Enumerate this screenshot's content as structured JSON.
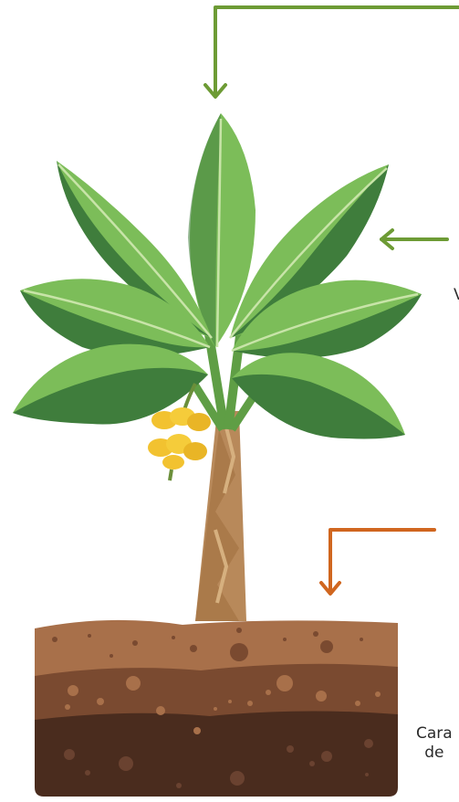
{
  "labels": {
    "leaves_fragment": "V",
    "soil_line1": "Cara",
    "soil_line2": "de"
  },
  "colors": {
    "arrow_green": "#6d9b35",
    "arrow_orange": "#d0661f",
    "leaf_dark": "#3f7d3c",
    "leaf_light": "#7cbd59",
    "trunk": "#b8895a",
    "banana": "#f2c230",
    "soil_top": "#a8704a",
    "soil_mid": "#7a4a30",
    "soil_bottom": "#4a2c1e"
  },
  "icons": {
    "top_arrow": "arrow-down-icon",
    "mid_arrow": "arrow-left-icon",
    "soil_arrow": "arrow-down-icon"
  }
}
